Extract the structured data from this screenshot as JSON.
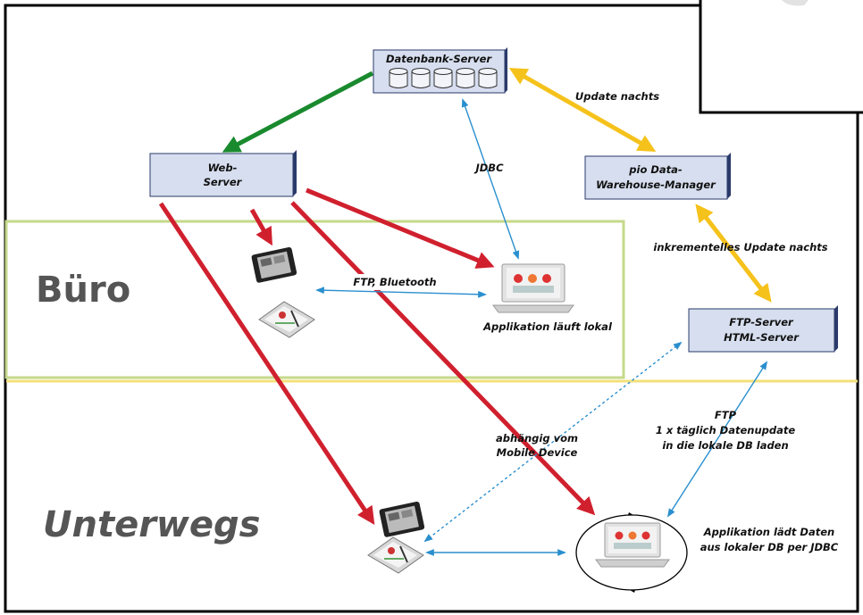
{
  "nodes": {
    "db_server": "Datenbank-Server",
    "web_server_line1": "Web-",
    "web_server_line2": "Server",
    "dwh_line1": "pio Data-",
    "dwh_line2": "Warehouse-Manager",
    "ftp_line1": "FTP-Server",
    "ftp_line2": "HTML-Server"
  },
  "zones": {
    "buero": "Büro",
    "unterwegs": "Unterwegs"
  },
  "labels": {
    "update_nachts": "Update nachts",
    "jdbc": "JDBC",
    "inkrementelles": "inkrementelles Update nachts",
    "ftp_bluetooth": "FTP, Bluetooth",
    "app_lokal": "Applikation läuft lokal",
    "abhaengig_1": "abhängig vom",
    "abhaengig_2": "Mobile Device",
    "ftp_1": "FTP",
    "ftp_2": "1 x täglich Datenupdate",
    "ftp_3": "in die lokale DB laden",
    "app_laedt_1": "Applikation lädt Daten",
    "app_laedt_2": "aus lokaler DB per JDBC"
  },
  "colors": {
    "green_arrow": "#1a8a2e",
    "red_arrow": "#d0202e",
    "yellow_arrow": "#f5c21b",
    "blue_arrow": "#2a8fce",
    "box_fill": "#d6deef",
    "box_shadow": "#2a3a6a",
    "zone_buero_border": "#c5d98a",
    "zone_unterwegs_border": "#f3e07a"
  }
}
